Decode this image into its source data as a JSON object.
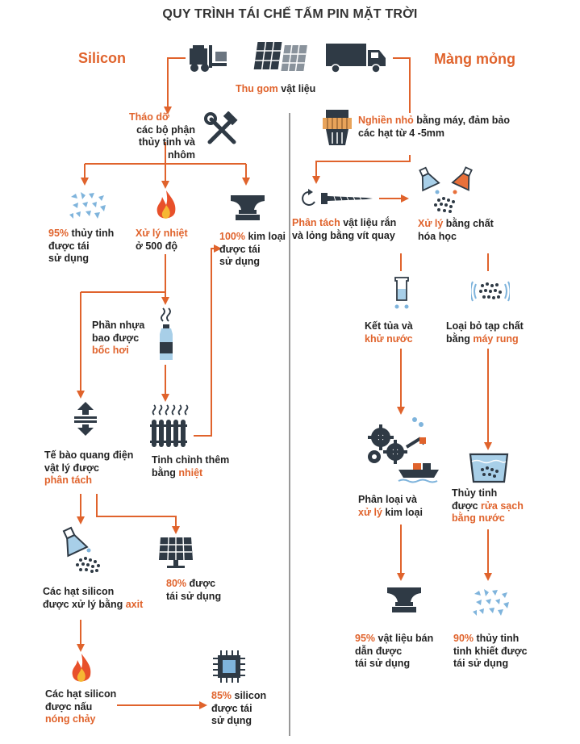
{
  "title": "QUY TRÌNH TÁI CHẾ TẤM PIN MẶT TRỜI",
  "left_heading": "Silicon",
  "right_heading": "Màng mỏng",
  "colors": {
    "accent": "#e0632c",
    "text": "#222222",
    "icon_dark": "#2f3a45",
    "icon_blue": "#7fb4dc",
    "divider": "#555555"
  },
  "steps": {
    "collect": {
      "hl": "Thu gom",
      "rest": " vật liệu"
    },
    "disassemble": {
      "hl": "Tháo dỡ",
      "line2": "các bộ phận",
      "line3": "thủy tinh và nhôm"
    },
    "glass95": {
      "hl": "95%",
      "rest1": " thủy tinh",
      "line2": "được tái",
      "line3": "sử dụng"
    },
    "heat": {
      "hl": "Xử lý nhiệt",
      "line2": "ở 500 độ"
    },
    "metal100": {
      "hl": "100%",
      "rest1": " kim loại",
      "line2": "được tái",
      "line3": "sử dụng"
    },
    "plastic": {
      "line1": "Phần nhựa",
      "line2": "bao được",
      "hl": "bốc hơi"
    },
    "refine": {
      "line1": "Tinh chỉnh thêm",
      "line2a": "bằng ",
      "hl": "nhiệt"
    },
    "separate_cells": {
      "line1": "Tế bào quang điện",
      "line2": "vật lý được",
      "hl": "phân tách"
    },
    "acid": {
      "line1": "Các hạt silicon",
      "line2a": "được xử lý bằng ",
      "hl": "axit"
    },
    "reuse80": {
      "hl": "80%",
      "rest1": " được",
      "line2": "tái sử dụng"
    },
    "melt": {
      "line1": "Các hạt silicon",
      "line2": "được nấu",
      "hl": "nóng chảy"
    },
    "silicon85": {
      "hl": "85%",
      "rest1": " silicon",
      "line2": "được tái",
      "line3": "sử dụng"
    },
    "shred": {
      "hl": "Nghiền nhỏ",
      "rest1": " bằng máy, đảm bảo",
      "line2": "các hạt từ 4 -5mm"
    },
    "screw": {
      "hl": "Phân tách",
      "rest1": " vật liệu rắn",
      "line2": "và lỏng bằng vít quay"
    },
    "chemical": {
      "hl": "Xử lý",
      "rest1": " bằng chất",
      "line2": "hóa học"
    },
    "precipitate": {
      "line1": "Kết tủa và",
      "hl": "khử nước"
    },
    "vibrate": {
      "line1": "Loại bỏ tạp chất",
      "line2a": "bằng ",
      "hl": "máy rung"
    },
    "sort_metal": {
      "line1": "Phân loại và",
      "hl": "xử lý",
      "rest2": " kim loại"
    },
    "wash_glass": {
      "line1": "Thủy tinh",
      "line2a": "được ",
      "hl": "rửa sạch",
      "hl2": "bằng nước"
    },
    "semi95": {
      "hl": "95%",
      "rest1": " vật liệu bán",
      "line2": "dẫn được",
      "line3": "tái sử dụng"
    },
    "glass90": {
      "hl": "90%",
      "rest1": " thủy tinh",
      "line2": "tinh khiết được",
      "line3": "tái sử dụng"
    }
  }
}
